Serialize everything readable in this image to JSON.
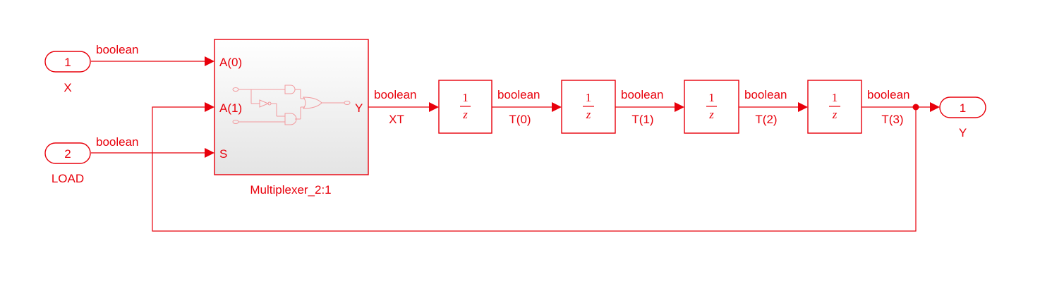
{
  "ports_in": [
    {
      "number": "1",
      "name": "X",
      "signal": "boolean"
    },
    {
      "number": "2",
      "name": "LOAD",
      "signal": "boolean"
    }
  ],
  "mux": {
    "name": "Multiplexer_2:1",
    "inputs": [
      "A(0)",
      "A(1)",
      "S"
    ],
    "output": "Y",
    "out_signal": "boolean",
    "out_name": "XT"
  },
  "delays": [
    {
      "num": "1",
      "den": "z",
      "out_signal": "boolean",
      "out_name": "T(0)"
    },
    {
      "num": "1",
      "den": "z",
      "out_signal": "boolean",
      "out_name": "T(1)"
    },
    {
      "num": "1",
      "den": "z",
      "out_signal": "boolean",
      "out_name": "T(2)"
    },
    {
      "num": "1",
      "den": "z",
      "out_signal": "boolean",
      "out_name": "T(3)"
    }
  ],
  "port_out": {
    "number": "1",
    "name": "Y"
  },
  "colors": {
    "accent": "#e8000b",
    "ghost": "#f29a9e",
    "block_gradient_bottom": "#e6e6e6"
  }
}
